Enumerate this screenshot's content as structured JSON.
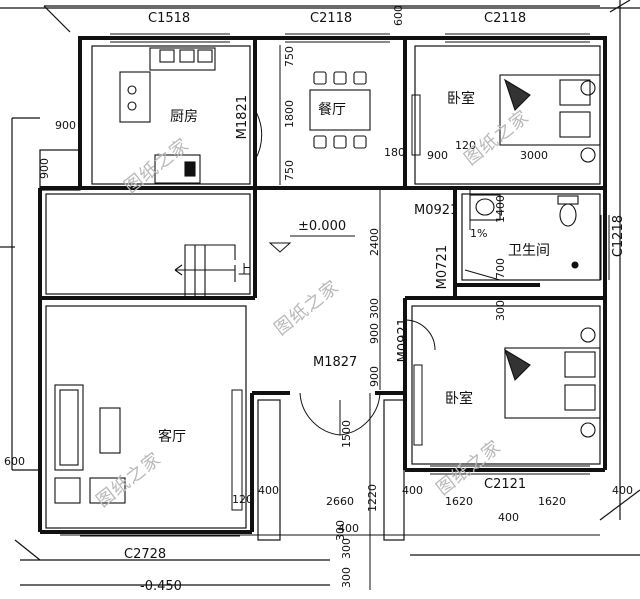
{
  "rooms": {
    "kitchen": "厨房",
    "dining": "餐厅",
    "bedroom_top": "卧室",
    "bathroom": "卫生间",
    "bedroom_bottom": "卧室",
    "living": "客厅"
  },
  "windows": {
    "top_left": "C1518",
    "top_mid": "C2118",
    "top_right": "C2118",
    "right_wall": "C1218",
    "bottom_right": "C2121",
    "bottom_left": "C2728"
  },
  "doors": {
    "kitchen": "M1821",
    "bath_upper": "M0921",
    "bath_lower": "M0721",
    "bedroom": "M0921",
    "entry": "M1827"
  },
  "levels": {
    "floor": "±0.000",
    "outside": "-0.450"
  },
  "misc": {
    "stair_up": "上",
    "bath_slope": "1%"
  },
  "watermark": "图纸之家",
  "dimensions": {
    "d600_top": "600",
    "d900_left": "900",
    "d900_left_v": "900",
    "d750_a": "750",
    "d1800": "1800",
    "d750_b": "750",
    "d180": "180",
    "d900_bed": "900",
    "d120_bed": "120",
    "d3000": "3000",
    "d2400": "2400",
    "d1400": "1400",
    "d700": "700",
    "d300_a": "300",
    "d300_b": "300",
    "d900_c": "900",
    "d900_d": "900",
    "d1500": "1500",
    "d600_left": "600",
    "d120_liv": "120",
    "d400_a": "400",
    "d2660": "2660",
    "d1220": "1220",
    "d400_b": "400",
    "d1620_a": "1620",
    "d1620_b": "1620",
    "d400_c": "400",
    "d400_d": "400",
    "d300_c": "300",
    "d300_d": "300",
    "d300_e": "300",
    "d400_e": "400"
  }
}
